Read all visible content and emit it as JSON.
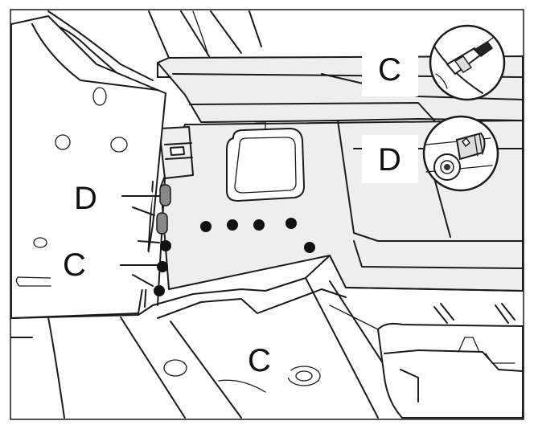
{
  "labels": {
    "c_top_right": "C",
    "d_right": "D",
    "d_left": "D",
    "c_left": "C",
    "c_bottom": "C"
  },
  "legend": [
    {
      "letter": "C",
      "icon": "rivet-icon"
    },
    {
      "letter": "D",
      "icon": "rivet-nut-icon"
    }
  ],
  "colors": {
    "ink": "#1a1a1a",
    "panel_fill": "#eeeeee",
    "weld_dot": "#111111",
    "background": "#ffffff"
  }
}
